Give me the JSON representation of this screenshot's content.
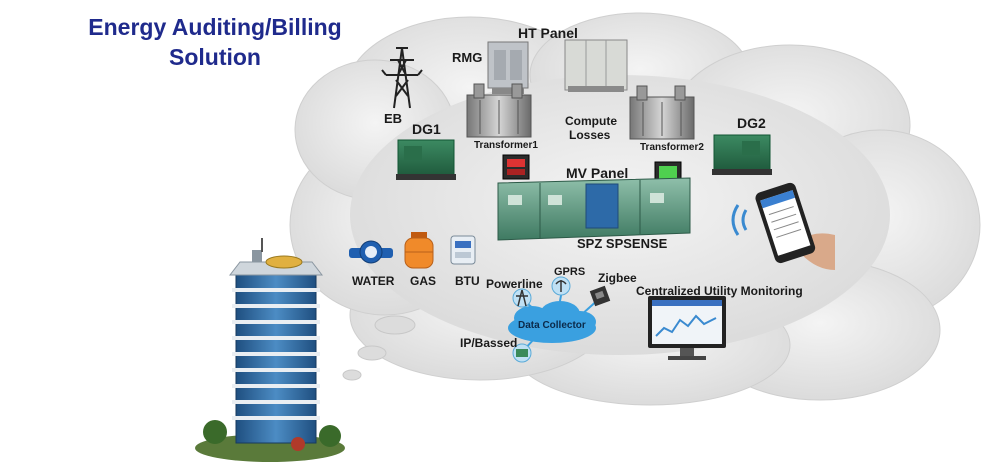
{
  "title": {
    "line1": "Energy Auditing/Billing",
    "line2": "Solution"
  },
  "labels": {
    "eb": "EB",
    "rmg": "RMG",
    "ht_panel": "HT Panel",
    "dg1": "DG1",
    "dg2": "DG2",
    "transformer1": "Transformer1",
    "transformer2": "Transformer2",
    "compute_losses_1": "Compute",
    "compute_losses_2": "Losses",
    "mv_panel": "MV Panel",
    "spz_spsense": "SPZ SPSENSE",
    "water": "WATER",
    "gas": "GAS",
    "btu": "BTU",
    "powerline": "Powerline",
    "gprs": "GPRS",
    "zigbee": "Zigbee",
    "data_collector": "Data Collector",
    "ip_based": "IP/Bassed",
    "centralized": "Centralized Utility Monitoring"
  },
  "colors": {
    "title": "#1f2a8c",
    "cloud": "#e6e6e6",
    "cloud_edge": "#d2d2d2",
    "panel": "#4e8c74",
    "collector": "#3aa0e0",
    "building_glass": "#2f6aa3"
  },
  "icons": [
    "transmission-tower-icon",
    "rmg-cabinet-icon",
    "ht-panel-icon",
    "transformer-icon",
    "generator-icon",
    "meter-icon",
    "mv-panel-icon",
    "smartphone-icon",
    "water-meter-icon",
    "gas-cylinder-icon",
    "btu-meter-icon",
    "powerline-icon",
    "gprs-icon",
    "zigbee-icon",
    "data-collector-icon",
    "ip-icon",
    "monitor-icon",
    "building-icon"
  ]
}
